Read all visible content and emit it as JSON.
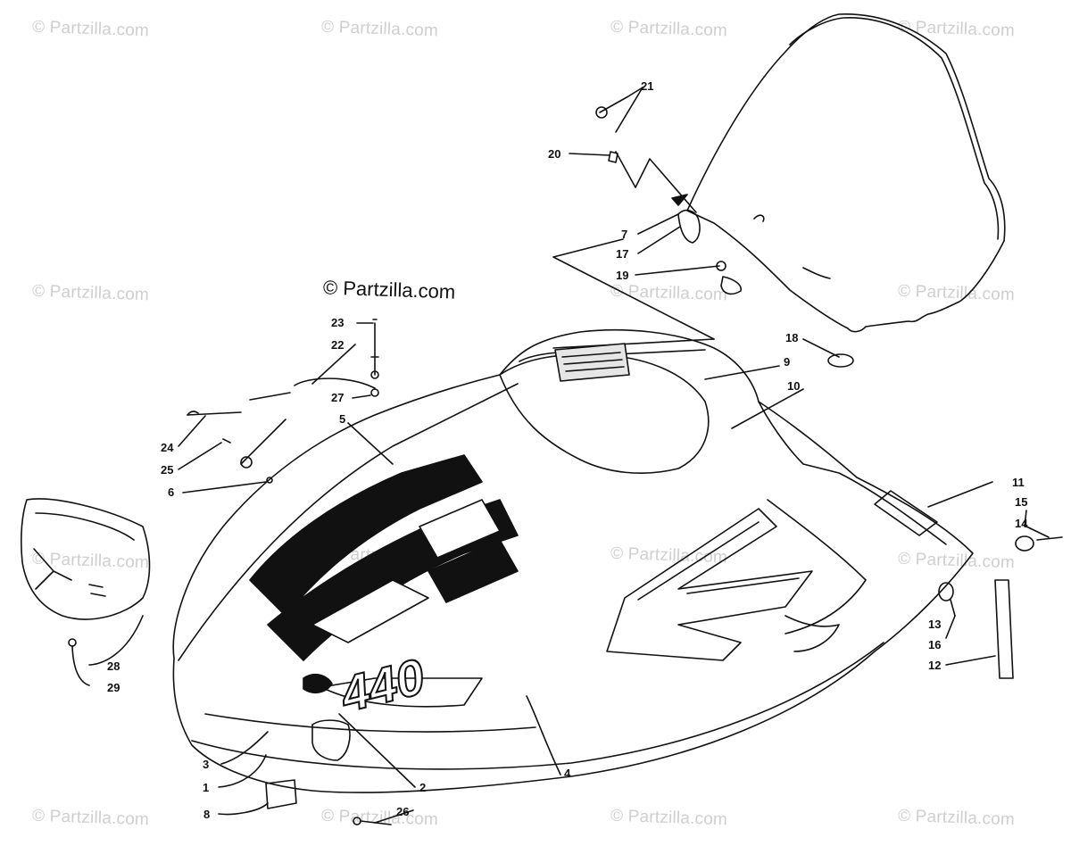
{
  "watermarks": {
    "main": "© Partzilla.com",
    "repeat": "© Partzilla.com"
  },
  "callouts": [
    "1",
    "2",
    "3",
    "4",
    "5",
    "6",
    "7",
    "8",
    "9",
    "10",
    "11",
    "12",
    "13",
    "14",
    "15",
    "16",
    "17",
    "18",
    "19",
    "20",
    "21",
    "22",
    "23",
    "24",
    "25",
    "26",
    "27",
    "28",
    "29"
  ],
  "hood_decal_text": "440"
}
